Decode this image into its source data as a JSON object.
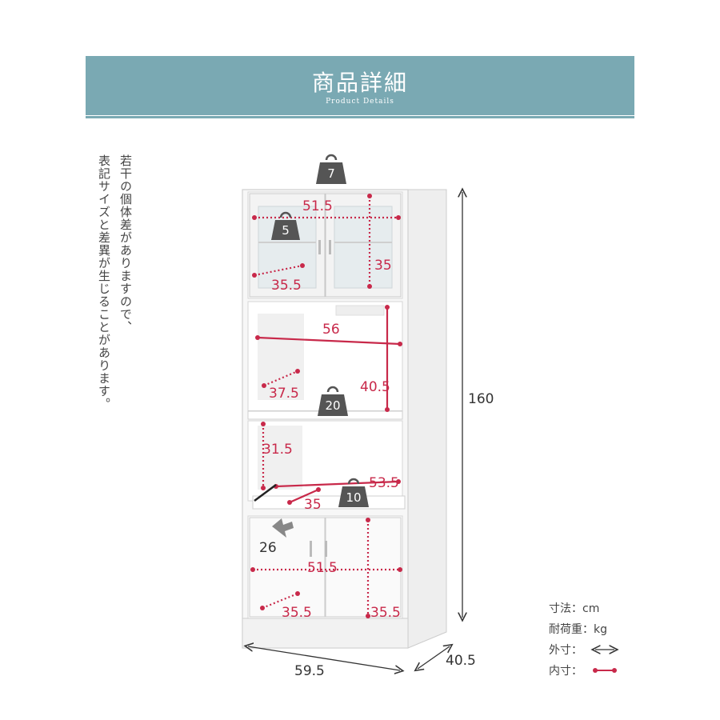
{
  "header": {
    "title": "商品詳細",
    "subtitle": "Product Details"
  },
  "note": {
    "line1": "若干の個体差がありますので、",
    "line2": "表記サイズと差異が生じることがあります。"
  },
  "dimensions": {
    "outer_height": "160",
    "outer_width": "59.5",
    "outer_depth": "40.5",
    "upper_inner_width": "51.5",
    "upper_inner_height": "35",
    "upper_inner_depth": "35.5",
    "middle_inner_width": "56",
    "middle_inner_height": "40.5",
    "middle_inner_depth": "37.5",
    "lower_open_height": "31.5",
    "slide_shelf_width": "53.5",
    "slide_shelf_depth": "35",
    "slide_shelf_extension": "26",
    "bottom_inner_width": "51.5",
    "bottom_inner_depth": "35.5",
    "bottom_inner_height": "35.5"
  },
  "loads": {
    "top": "7",
    "upper_shelf": "5",
    "middle_shelf": "20",
    "slide_shelf": "10"
  },
  "legend": {
    "size_label": "寸法：cm",
    "load_label": "耐荷重：kg",
    "outer_label": "外寸：",
    "inner_label": "内寸："
  },
  "colors": {
    "banner": "#7aa9b3",
    "inner_dim": "#c8294a",
    "outer_dim": "#333333",
    "weight_icon": "#555555"
  }
}
